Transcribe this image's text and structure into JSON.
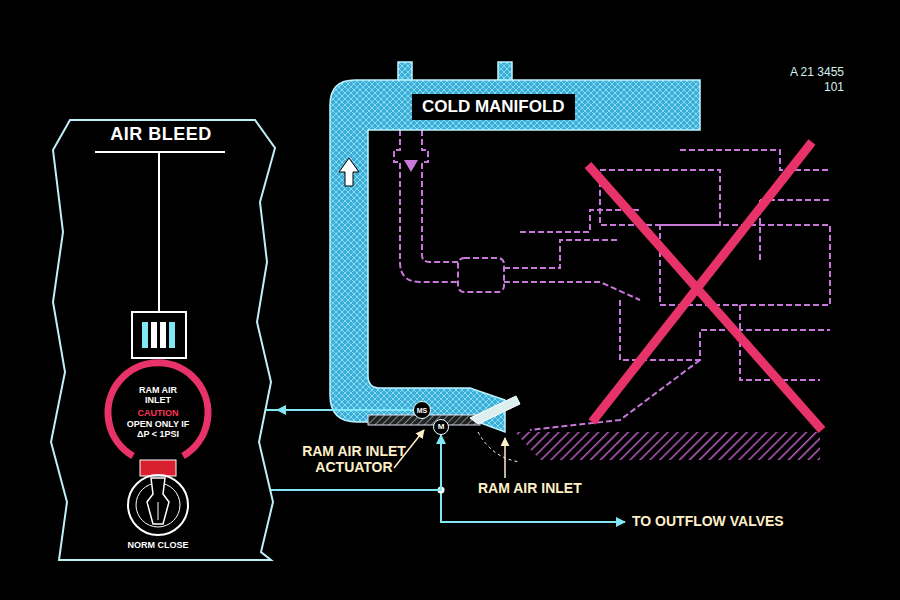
{
  "diagram": {
    "nodes": [
      {
        "text": [
          "AIR BLEED"
        ]
      },
      {
        "text": [
          "RAM AIR INLET",
          "CAUTION",
          "OPEN ONLY IF ΔP < 1PSI"
        ],
        "in": 0
      },
      {
        "text": [
          "NORM CLOSE"
        ],
        "in": 0
      },
      {
        "text": [
          "COLD MANIFOLD"
        ]
      },
      {
        "text": [
          "MS"
        ]
      },
      {
        "text": [
          "M"
        ]
      }
    ],
    "edges": [
      {
        "from": 4,
        "to": 0,
        "arrow": "to"
      },
      {
        "from": 1,
        "to": 5,
        "arrow": "to"
      }
    ],
    "labels": [
      "A 21 3455",
      "101",
      "RAM AIR INLET ACTUATOR",
      "RAM AIR INLET",
      "TO OUTFLOW VALVES"
    ]
  }
}
